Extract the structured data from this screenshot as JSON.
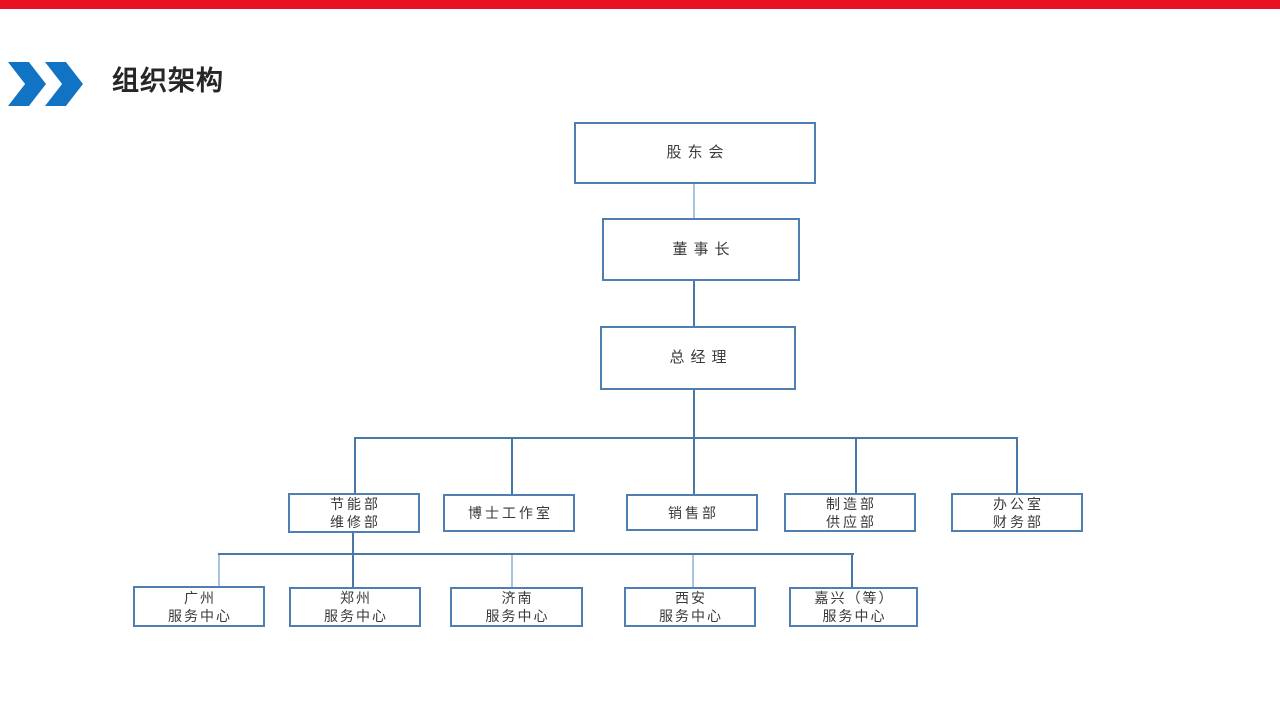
{
  "slide": {
    "title": "组织架构"
  },
  "colors": {
    "accent_blue": "#1173c4",
    "top_bar": "#e81123",
    "box_border": "#4e7fb0",
    "box_text": "#3a3a3a",
    "title_text": "#262626",
    "line_dark": "#4878aa",
    "line_light": "#a9c4e3"
  },
  "org_chart": {
    "nodes": {
      "shareholders": {
        "line1": "股东会"
      },
      "chairman": {
        "line1": "董事长"
      },
      "gm": {
        "line1": "总经理"
      },
      "energy": {
        "line1": "节能部",
        "line2": "维修部"
      },
      "doctor": {
        "line1": "博士工作室"
      },
      "sales": {
        "line1": "销售部"
      },
      "manufacture": {
        "line1": "制造部",
        "line2": "供应部"
      },
      "office": {
        "line1": "办公室",
        "line2": "财务部"
      },
      "guangzhou": {
        "line1": "广州",
        "line2": "服务中心"
      },
      "zhengzhou": {
        "line1": "郑州",
        "line2": "服务中心"
      },
      "jinan": {
        "line1": "济南",
        "line2": "服务中心"
      },
      "xian": {
        "line1": "西安",
        "line2": "服务中心"
      },
      "jiaxing": {
        "line1": "嘉兴（等）",
        "line2": "服务中心"
      }
    },
    "edges": [
      [
        "shareholders",
        "chairman"
      ],
      [
        "chairman",
        "gm"
      ],
      [
        "gm",
        "energy"
      ],
      [
        "gm",
        "doctor"
      ],
      [
        "gm",
        "sales"
      ],
      [
        "gm",
        "manufacture"
      ],
      [
        "gm",
        "office"
      ],
      [
        "energy",
        "guangzhou"
      ],
      [
        "energy",
        "zhengzhou"
      ],
      [
        "energy",
        "jinan"
      ],
      [
        "energy",
        "xian"
      ],
      [
        "energy",
        "jiaxing"
      ]
    ]
  }
}
